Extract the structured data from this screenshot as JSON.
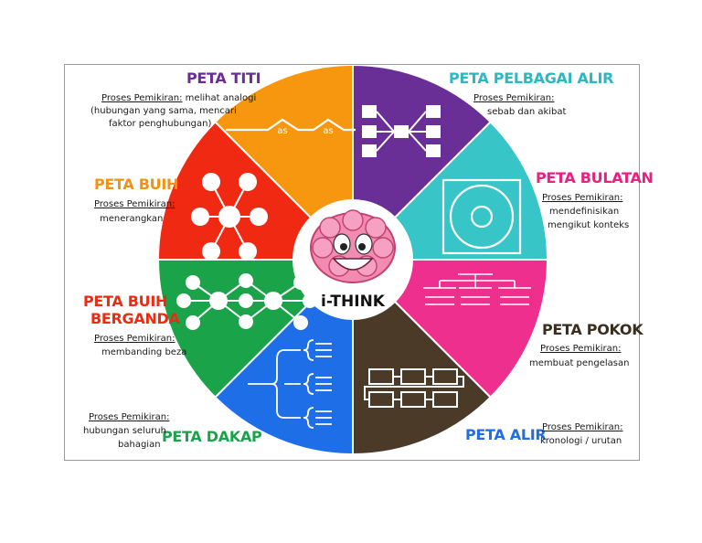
{
  "center": {
    "brand": "i-THINK",
    "mascot_icon": "brain-mascot-icon"
  },
  "prompt_label": "Proses Pemikiran:",
  "maps": [
    {
      "id": "titi",
      "title": "PETA TITI",
      "color": "#6a2f96",
      "title_color": "#6a2f96",
      "desc": [
        "melihat analogi",
        "(hubungan yang sama, mencari",
        "faktor penghubungan)"
      ],
      "icon": "bridge-map-icon",
      "bridge_words": [
        "as",
        "as"
      ]
    },
    {
      "id": "pelbagai",
      "title": "PETA PELBAGAI ALIR",
      "color": "#38c5c8",
      "title_color": "#2bb8c0",
      "desc": [
        "sebab dan akibat"
      ],
      "icon": "multi-flow-map-icon"
    },
    {
      "id": "bulatan",
      "title": "PETA BULATAN",
      "color": "#ee2f8e",
      "title_color": "#e8207f",
      "desc": [
        "mendefinisikan",
        "mengikut konteks"
      ],
      "icon": "circle-map-icon"
    },
    {
      "id": "pokok",
      "title": "PETA POKOK",
      "color": "#4a3a27",
      "title_color": "#3a2e1f",
      "desc": [
        "membuat pengelasan"
      ],
      "icon": "tree-map-icon"
    },
    {
      "id": "alir",
      "title": "PETA ALIR",
      "color": "#1e6ee8",
      "title_color": "#1e6ee8",
      "desc": [
        "kronologi / urutan"
      ],
      "icon": "flow-map-icon"
    },
    {
      "id": "dakap",
      "title": "PETA DAKAP",
      "color": "#1ba34a",
      "title_color": "#1ba34a",
      "desc": [
        "hubungan seluruh",
        "bahagian"
      ],
      "icon": "brace-map-icon"
    },
    {
      "id": "buih_berganda",
      "title": [
        "PETA BUIH",
        "BERGANDA"
      ],
      "color": "#f02a12",
      "title_color": "#ee2a12",
      "desc": [
        "membanding beza"
      ],
      "icon": "double-bubble-map-icon"
    },
    {
      "id": "buih",
      "title": "PETA BUIH",
      "color": "#f7960f",
      "title_color": "#f39212",
      "desc": [
        "menerangkan"
      ],
      "icon": "bubble-map-icon"
    }
  ]
}
